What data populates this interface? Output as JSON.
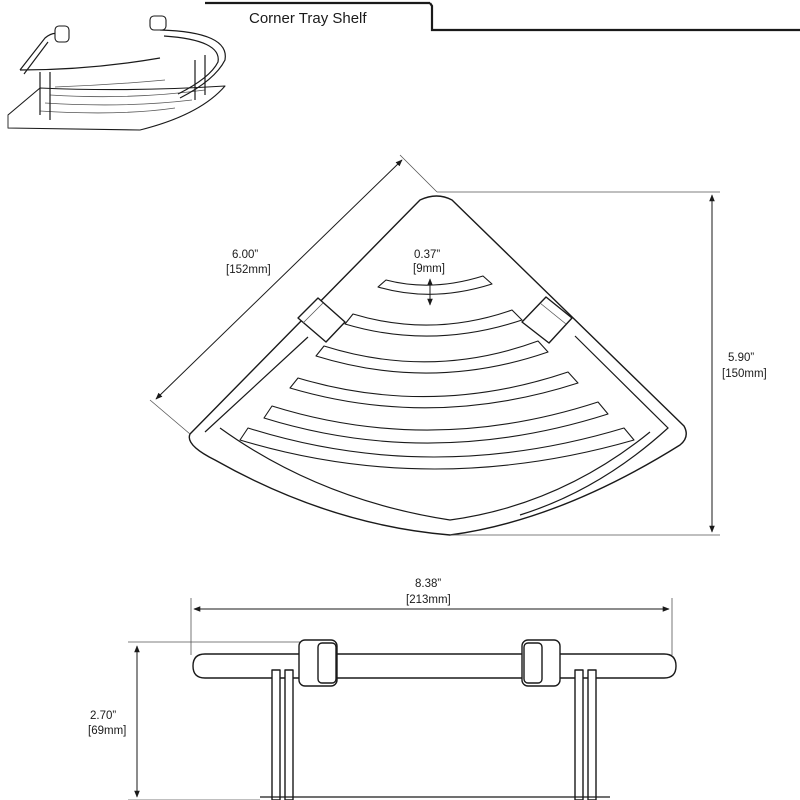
{
  "title": "Corner Tray Shelf",
  "dimensions": {
    "slot_gap": {
      "imperial": "0.37”",
      "metric": "[9mm]"
    },
    "side_length": {
      "imperial": "6.00”",
      "metric": "[152mm]"
    },
    "depth": {
      "imperial": "5.90”",
      "metric": "[150mm]"
    },
    "width": {
      "imperial": "8.38”",
      "metric": "[213mm]"
    },
    "height": {
      "imperial": "2.70”",
      "metric": "[69mm]"
    }
  },
  "colors": {
    "line": "#1a1a1a",
    "background": "#ffffff"
  }
}
